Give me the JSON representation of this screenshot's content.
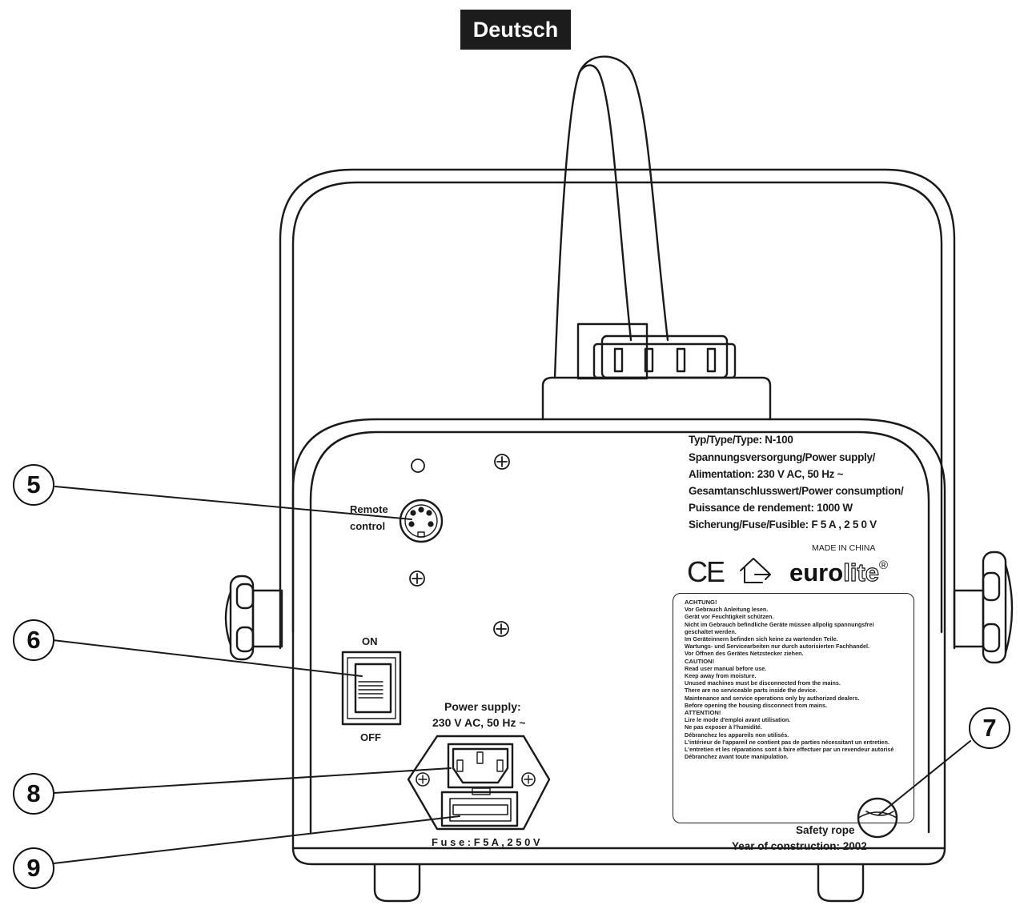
{
  "header": {
    "language": "Deutsch"
  },
  "rating_plate": {
    "lines": [
      "Typ/Type/Type: N-100",
      "Spannungsversorgung/Power supply/",
      "Alimentation: 230 V AC, 50 Hz ~",
      "Gesamtanschlusswert/Power consumption/",
      "Puissance de rendement: 1000 W",
      "Sicherung/Fuse/Fusible: F 5 A , 2 5 0 V"
    ],
    "made_in": "MADE IN CHINA",
    "ce_mark": "CE",
    "brand_bold": "euro",
    "brand_outline": "lite",
    "brand_registered": "®"
  },
  "warning_label": {
    "lines": [
      "ACHTUNG!",
      "Vor Gebrauch Anleitung lesen.",
      "Gerät vor Feuchtigkeit schützen.",
      "Nicht im Gebrauch befindliche Geräte müssen allpolig spannungsfrei",
      "geschaltet werden.",
      "Im Geräteinnern befinden sich keine zu wartenden Teile.",
      "Wartungs- und Servicearbeiten nur durch autorisierten Fachhandel.",
      "Vor Öffnen des Gerätes Netzstecker ziehen.",
      "CAUTION!",
      "Read user manual before use.",
      "Keep away from moisture.",
      "Unused machines must be disconnected from the mains.",
      "There are no serviceable parts inside the device.",
      "Maintenance and service operations only by authorized dealers.",
      "Before opening the housing disconnect from mains.",
      "ATTENTION!",
      "Lire le mode d'emploi avant utilisation.",
      "Ne pas exposer à l'humidité.",
      "Débranchez les appareils non utilisés.",
      "L'intérieur de l'appareil ne contient pas de parties nécessitant un entretien.",
      "L'entretien et les réparations sont à faire effectuer par un revendeur autorisé",
      "Débranchez avant toute manipulation."
    ]
  },
  "labels": {
    "remote_line1": "Remote",
    "remote_line2": "control",
    "switch_on": "ON",
    "switch_off": "OFF",
    "power_supply_line1": "Power supply:",
    "power_supply_line2": "230 V AC, 50 Hz ~",
    "fuse": "F u s e : F 5 A , 2 5 0 V",
    "safety_rope": "Safety rope",
    "year_of_construction": "Year of construction: 2002"
  },
  "callouts": [
    {
      "number": "5"
    },
    {
      "number": "6"
    },
    {
      "number": "7"
    },
    {
      "number": "8"
    },
    {
      "number": "9"
    }
  ]
}
